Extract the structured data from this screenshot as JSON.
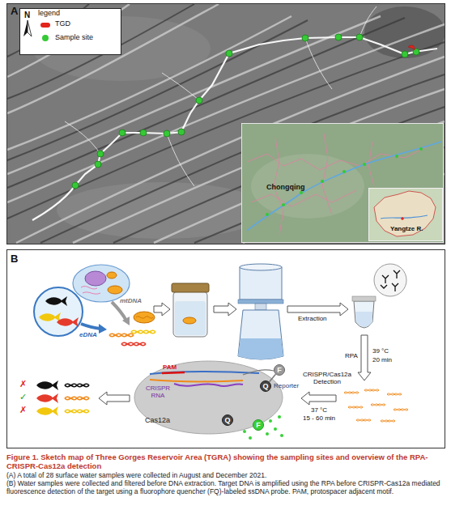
{
  "diagram": {
    "caption": "Figure 1. Sketch map of Three Gorges Reservoir Area (TGRA) showing the sampling sites and overview of the RPA-CRISPR-Cas12a detection",
    "nodes": [
      {
        "text": [
          "A"
        ]
      },
      {
        "text": [
          "legend"
        ],
        "in": 0
      },
      {
        "text": [
          "Chongqing"
        ],
        "in": 0
      },
      {
        "text": [
          "Yangtze R."
        ],
        "in": 2
      },
      {
        "text": [
          "B"
        ]
      },
      {
        "text": [
          "PAM",
          "CRISPR RNA",
          "Cas12a"
        ],
        "in": 4
      },
      {
        "text": [
          "F"
        ],
        "in": 4
      },
      {
        "text": [
          "Q"
        ],
        "in": 4
      },
      {
        "text": [
          "Q"
        ],
        "in": 4
      },
      {
        "text": [
          "F"
        ],
        "in": 4
      }
    ],
    "edges": [
      {
        "from": 6,
        "to": 7,
        "arrow": "none"
      }
    ],
    "labels": [
      "N",
      "mtDNA",
      "eDNA",
      "Extraction",
      "RPA",
      "39 °C",
      "20 min",
      "CRISPR/Cas12a Detection",
      "37 °C",
      "15 - 60 min",
      "Reporter",
      "✗",
      "✓",
      "✗",
      "(A) A total of 28 surface water samples were collected in August and December 2021.",
      "(B) Water samples were collected and filtered before DNA extraction. Target DNA is amplified using the RPA before CRISPR-Cas12a mediated fluorescence detection of the target using a fluorophore quencher (FQ)-labeled ssDNA probe. PAM, protospacer adjacent motif."
    ],
    "legend": [
      {
        "text": "TGD",
        "color": "#e3241b"
      },
      {
        "text": "Sample site",
        "color": "#35c935"
      }
    ]
  }
}
